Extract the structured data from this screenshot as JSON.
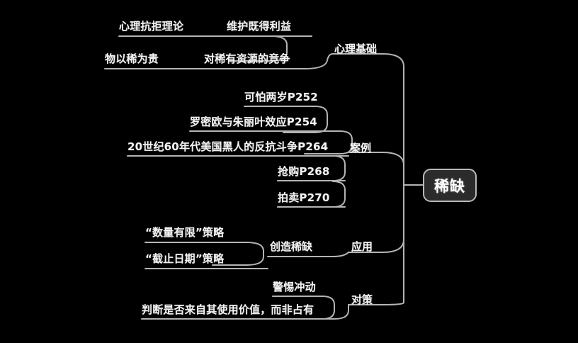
{
  "mindmap": {
    "root": {
      "label": "稀缺"
    },
    "branches": [
      {
        "id": "psych",
        "label": "心理基础"
      },
      {
        "id": "cases",
        "label": "案例"
      },
      {
        "id": "apply",
        "label": "应用"
      },
      {
        "id": "counter",
        "label": "对策"
      }
    ],
    "intermediate": [
      {
        "id": "create-scarcity",
        "label": "创造稀缺"
      }
    ],
    "leaves": {
      "psych": [
        {
          "label": "心理抗拒理论"
        },
        {
          "label": "维护既得利益"
        },
        {
          "label": "物以稀为贵"
        },
        {
          "label": "对稀有资源的竞争"
        }
      ],
      "cases": [
        {
          "label": "可怕两岁P252"
        },
        {
          "label": "罗密欧与朱丽叶效应P254"
        },
        {
          "label": "20世纪60年代美国黑人的反抗斗争P264"
        },
        {
          "label": "抢购P268"
        },
        {
          "label": "拍卖P270"
        }
      ],
      "apply": [
        {
          "label": "“数量有限”策略"
        },
        {
          "label": "“截止日期”策略"
        }
      ],
      "counter": [
        {
          "label": "警惕冲动"
        },
        {
          "label": "判断是否来自其使用价值，而非占有"
        }
      ]
    }
  },
  "colors": {
    "background": "#000000",
    "wire": "#b4b4b4",
    "text": "#f2f2f2",
    "root_fill": "#2b2b2b",
    "root_border": "#b9b9b9"
  }
}
